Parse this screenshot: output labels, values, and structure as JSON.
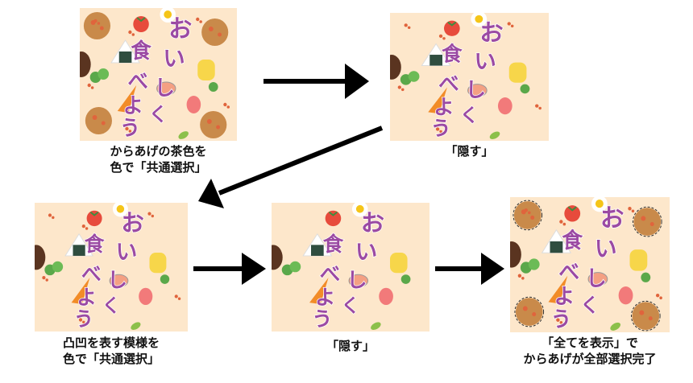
{
  "steps": [
    {
      "caption_lines": [
        "からあげの茶色を",
        "色で「共通選択」"
      ],
      "variant": "full"
    },
    {
      "caption_lines": [
        "「隠す」"
      ],
      "variant": "no-karaage"
    },
    {
      "caption_lines": [
        "凸凹を表す模様を",
        "色で「共通選択」"
      ],
      "variant": "no-karaage"
    },
    {
      "caption_lines": [
        "「隠す」"
      ],
      "variant": "no-karaage-no-pattern"
    },
    {
      "caption_lines": [
        "「全てを表示」で",
        "からあげが全部選択完了"
      ],
      "variant": "full-selected"
    }
  ],
  "image_text": {
    "line1": "おいしく",
    "line2": "食べよう",
    "chars": [
      "お",
      "い",
      "し",
      "く",
      "食",
      "べ",
      "よ",
      "う"
    ]
  },
  "colors": {
    "background": "#fde7cb",
    "title_text": "#9b4aa3",
    "karaage": "#c98a4a",
    "karaage_pattern": "#e0643c",
    "arrow": "#000000"
  }
}
